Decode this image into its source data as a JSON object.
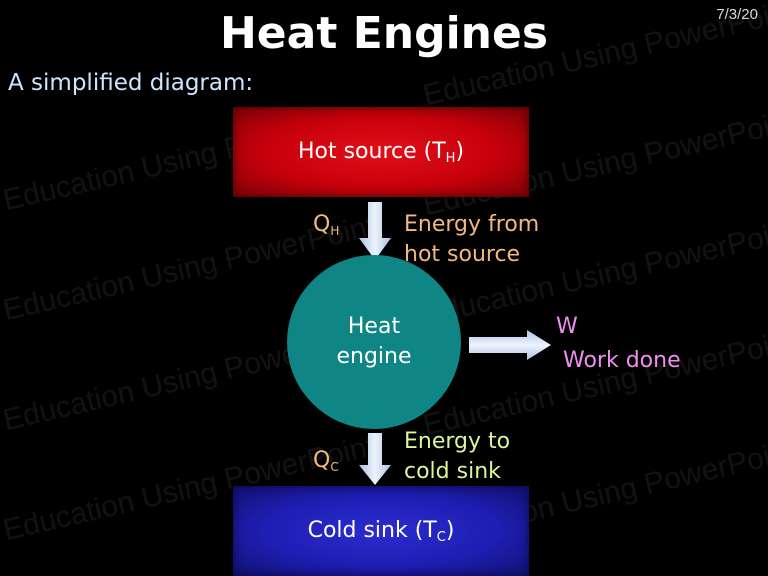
{
  "header": {
    "date": "7/3/20",
    "title": "Heat Engines",
    "subtitle": "A simplified diagram:"
  },
  "hot_source": {
    "label": "Hot source (T",
    "sub": "H",
    "close": ")"
  },
  "cold_sink": {
    "label": "Cold sink (T",
    "sub": "C",
    "close": ")"
  },
  "engine": {
    "line1": "Heat",
    "line2": "engine"
  },
  "q_hot": {
    "symbol": "Q",
    "sub": "H",
    "desc_line1": "Energy from",
    "desc_line2": "hot source"
  },
  "q_cold": {
    "symbol": "Q",
    "sub": "C",
    "desc_line1": "Energy to",
    "desc_line2": "cold sink"
  },
  "work": {
    "symbol": "W",
    "desc": "Work done"
  },
  "watermark": "Education Using PowerPoint",
  "colors": {
    "hot_box": "#c8000c",
    "cold_box": "#1e1eb4",
    "engine": "#108585",
    "hot_text": "#f3b87b",
    "cold_text": "#ddf59a",
    "work_text": "#ee8ef0"
  }
}
